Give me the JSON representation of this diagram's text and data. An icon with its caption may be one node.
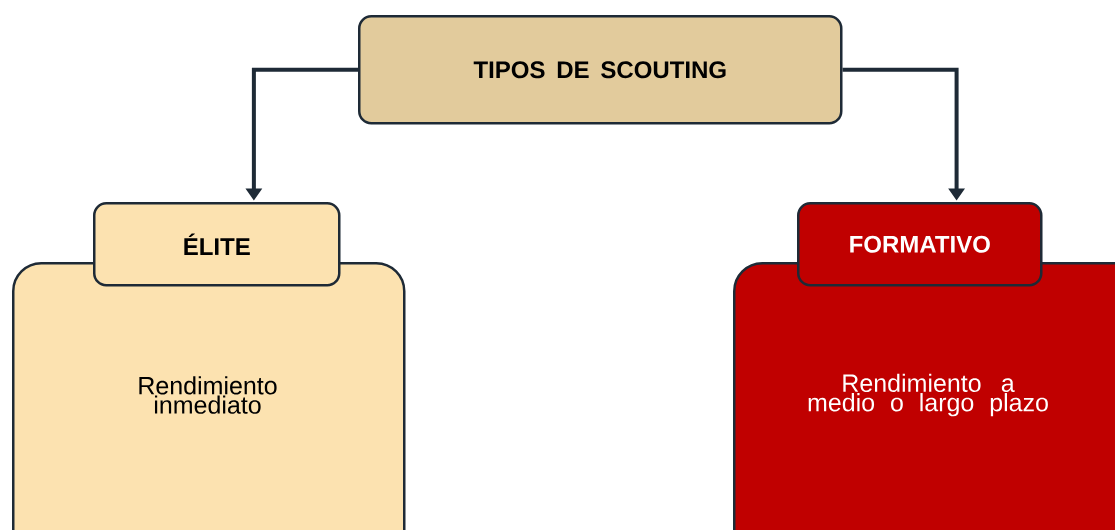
{
  "diagram": {
    "nodes": [
      {
        "text": [
          "TIPOS DE SCOUTING"
        ]
      },
      {
        "text": [
          "ÉLITE"
        ]
      },
      {
        "text": [
          "Rendimiento inmediato"
        ]
      },
      {
        "text": [
          "FORMATIVO"
        ]
      },
      {
        "text": [
          "Rendimiento a medio o largo plazo"
        ]
      }
    ],
    "edges": [
      {
        "from": 0,
        "to": 1,
        "arrow": "to"
      },
      {
        "from": 0,
        "to": 3,
        "arrow": "to"
      }
    ]
  }
}
